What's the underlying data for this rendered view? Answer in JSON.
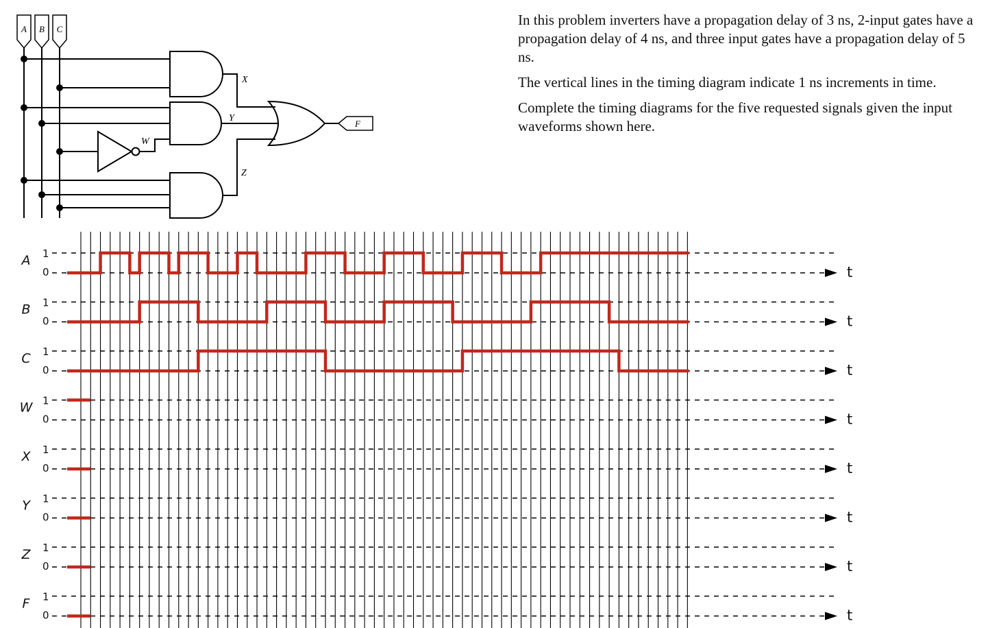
{
  "problem": {
    "paragraphs": [
      "In this problem inverters have a propagation delay of 3 ns, 2-input gates have a propagation delay of 4 ns, and three input gates have a propagation delay of 5 ns.",
      "The vertical lines in the timing diagram indicate 1 ns increments in time.",
      "Complete the timing diagrams for the five requested signals given the input waveforms shown here."
    ]
  },
  "circuit": {
    "inputs": [
      "A",
      "B",
      "C"
    ],
    "output": "F",
    "wires": [
      "X",
      "Y",
      "W",
      "Z"
    ]
  },
  "timing": {
    "time_label": "t",
    "level_high": "1",
    "level_low": "0",
    "num_ticks": 62,
    "wave_color": "#c0281c",
    "signals": [
      {
        "name": "A",
        "initial": 0,
        "transitions": [
          2,
          5,
          6,
          9,
          10,
          13,
          16,
          18,
          23,
          27,
          31,
          35,
          39,
          43,
          47
        ]
      },
      {
        "name": "B",
        "initial": 0,
        "transitions": [
          6,
          12,
          19,
          25,
          31,
          38,
          46,
          54
        ]
      },
      {
        "name": "C",
        "initial": 0,
        "transitions": [
          12,
          25,
          39,
          55
        ]
      },
      {
        "name": "W",
        "initial": 1,
        "transitions": [],
        "given_until": 1
      },
      {
        "name": "X",
        "initial": 0,
        "transitions": [],
        "given_until": 1
      },
      {
        "name": "Y",
        "initial": 0,
        "transitions": [],
        "given_until": 1
      },
      {
        "name": "Z",
        "initial": 0,
        "transitions": [],
        "given_until": 1
      },
      {
        "name": "F",
        "initial": 0,
        "transitions": [],
        "given_until": 1
      }
    ]
  }
}
